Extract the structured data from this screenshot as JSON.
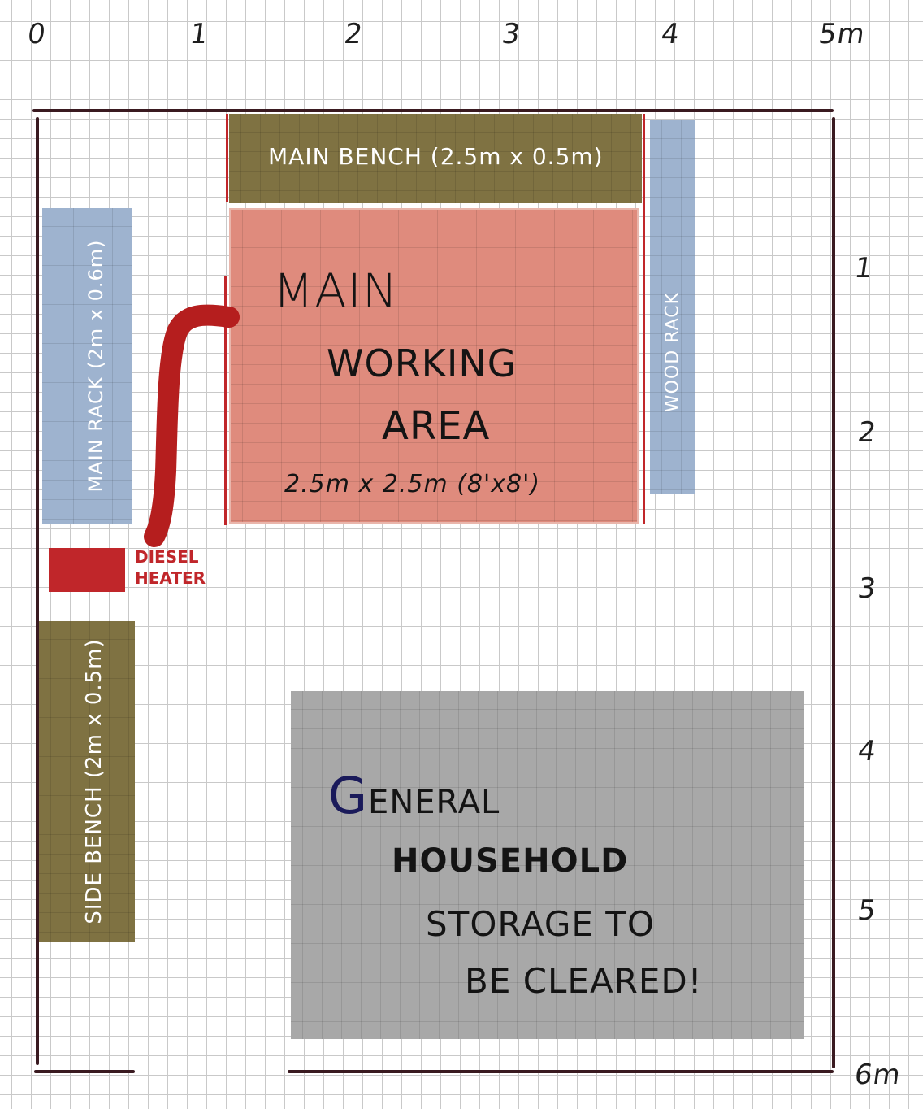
{
  "scale": {
    "x_labels": [
      "0",
      "1",
      "2",
      "3",
      "4",
      "5m"
    ],
    "y_labels": [
      "1",
      "2",
      "3",
      "4",
      "5",
      "6m"
    ]
  },
  "zones": {
    "main_bench": {
      "label": "MAIN BENCH (2.5m x 0.5m)",
      "color": "#7f7242"
    },
    "main_working_area": {
      "line1": "MAIN",
      "line2": "WORKING",
      "line3": "AREA",
      "size": "2.5m x 2.5m (8'x8')",
      "color": "#df8b7d"
    },
    "wood_rack": {
      "label": "WOOD RACK",
      "color": "#9eb3cf"
    },
    "main_rack": {
      "label": "MAIN RACK (2m x 0.6m)",
      "color": "#9eb3cf"
    },
    "diesel_heater": {
      "line1": "DIESEL",
      "line2": "HEATER",
      "color": "#c0262a"
    },
    "side_bench": {
      "label": "SIDE BENCH (2m x 0.5m)",
      "color": "#7f7242"
    },
    "storage": {
      "line1_initial": "G",
      "line1_rest": "ENERAL",
      "line2": "HOUSEHOLD",
      "line3": "STORAGE TO",
      "line4": "BE CLEARED!",
      "color": "#a8a8a8"
    }
  }
}
